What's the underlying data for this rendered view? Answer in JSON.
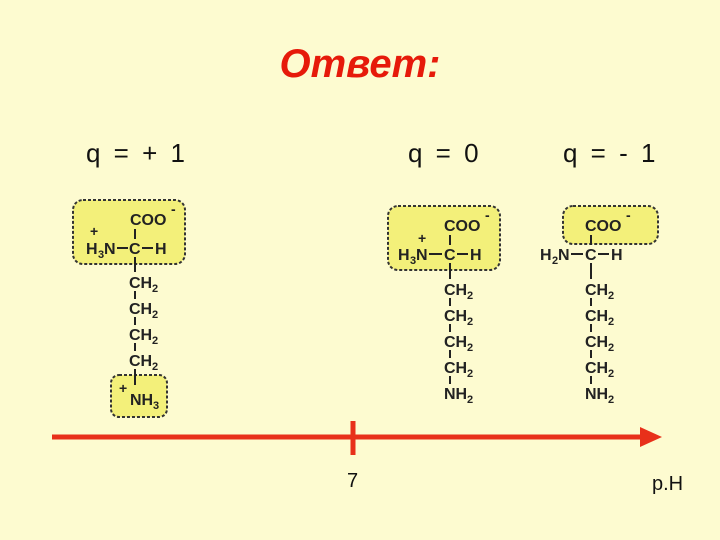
{
  "title": "Ответ:",
  "charges": {
    "positive": "q = + 1",
    "neutral": "q = 0",
    "negative": "q = - 1"
  },
  "structure": {
    "carboxyl": "COO",
    "alpha_carbon": "C",
    "hydrogen": "H",
    "methylene": "CH",
    "subscript_2": "2",
    "subscript_3": "3",
    "amino_N": "N",
    "amino_NH": "NH",
    "plus": "+",
    "minus": "-"
  },
  "axis": {
    "tick_label": "7",
    "axis_label": "p.H",
    "line_color": "#e8301a"
  },
  "colors": {
    "background": "#fdfbd0",
    "highlight_box": "#f3f07a",
    "title": "#e61a0a"
  }
}
